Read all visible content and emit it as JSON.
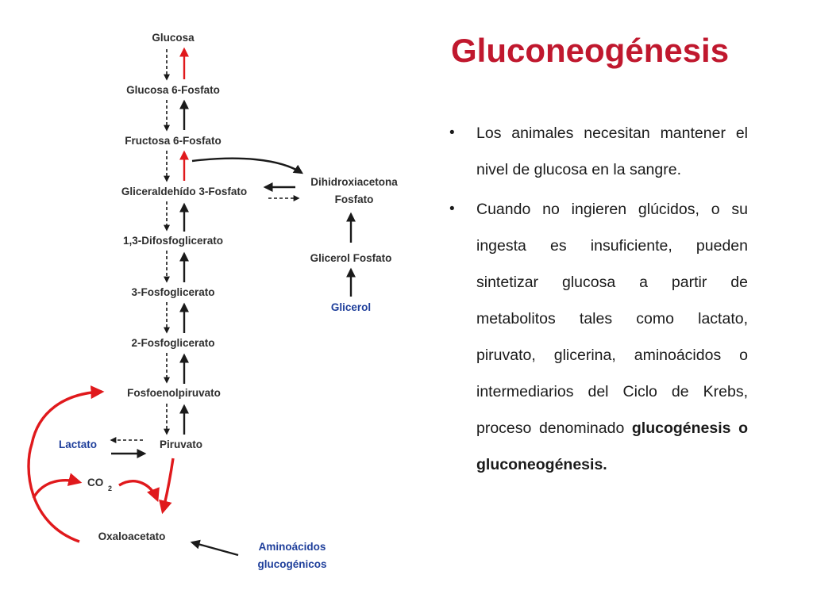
{
  "slide": {
    "title": "Gluconeogénesis",
    "bullets": [
      {
        "text": "Los animales necesitan mantener el nivel de glucosa en la sangre."
      },
      {
        "text": "Cuando no ingieren glúcidos, o su ingesta es insuficiente, pueden sintetizar glucosa a partir de metabolitos tales como lactato, piruvato, glicerina, aminoácidos o intermediarios del Ciclo de Krebs, proceso denominado ",
        "bold": "glucogénesis o gluconeogénesis."
      }
    ]
  },
  "diagram": {
    "nodes": {
      "glucosa": "Glucosa",
      "glucosa_6p": "Glucosa 6-Fosfato",
      "fructosa_6p": "Fructosa 6-Fosfato",
      "gliceraldehido_3p": "Gliceraldehído 3-Fosfato",
      "dihidroxiacetona_1": "Dihidroxiacetona",
      "dihidroxiacetona_2": "Fosfato",
      "difosfoglicerato": "1,3-Difosfoglicerato",
      "glicerol_fosfato": "Glicerol Fosfato",
      "fosfoglicerato_3": "3-Fosfoglicerato",
      "glicerol": "Glicerol",
      "fosfoglicerato_2": "2-Fosfoglicerato",
      "fosfoenolpiruvato": "Fosfoenolpiruvato",
      "lactato": "Lactato",
      "piruvato": "Piruvato",
      "co2": "CO",
      "co2_sub": "2",
      "oxaloacetato": "Oxaloacetato",
      "aminoacidos_1": "Aminoácidos",
      "aminoacidos_2": "glucogénicos"
    },
    "colors": {
      "bypass": "#e0191c",
      "arrow": "#1a1a1a",
      "blue_label": "#1f3f9b",
      "title": "#c0182e"
    }
  }
}
